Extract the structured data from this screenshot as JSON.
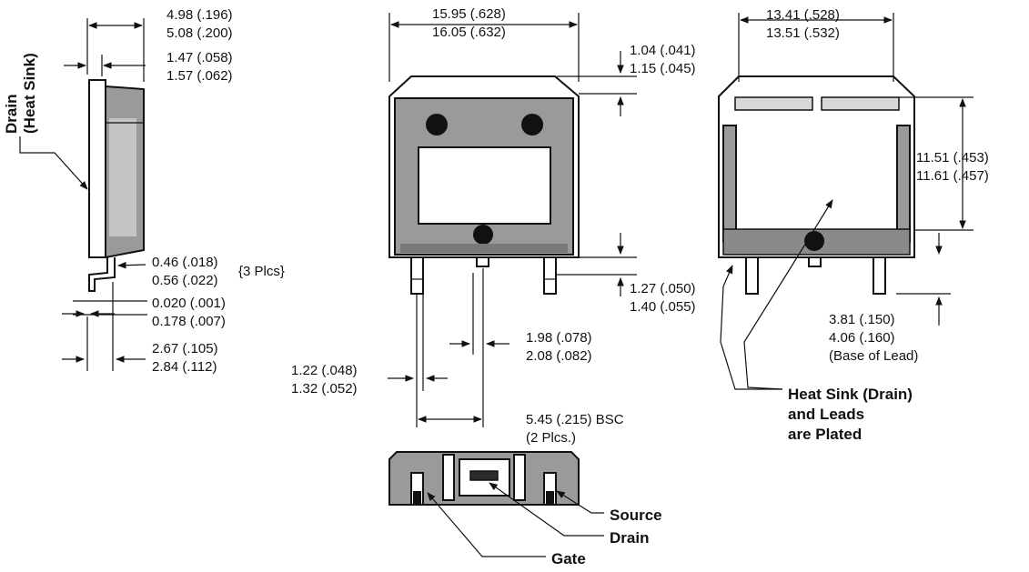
{
  "side_view": {
    "drain_label_1": "Drain",
    "drain_label_2": "(Heat Sink)",
    "dim_width_1": "4.98 (.196)",
    "dim_width_2": "5.08 (.200)",
    "dim_tab_1": "1.47 (.058)",
    "dim_tab_2": "1.57 (.062)",
    "dim_lead_1": "0.46 (.018)",
    "dim_lead_2": "0.56 (.022)",
    "dim_lead_note": "{3 Plcs}",
    "dim_standoff_1": "0.020 (.001)",
    "dim_standoff_2": "0.178 (.007)",
    "dim_total_1": "2.67 (.105)",
    "dim_total_2": "2.84 (.112)"
  },
  "front_view": {
    "dim_width_1": "15.95 (.628)",
    "dim_width_2": "16.05 (.632)",
    "dim_top_1": "1.04 (.041)",
    "dim_top_2": "1.15 (.045)",
    "dim_leadlen_1": "1.27 (.050)",
    "dim_leadlen_2": "1.40 (.055)",
    "dim_center_1": "1.98 (.078)",
    "dim_center_2": "2.08 (.082)",
    "dim_leadw_1": "1.22 (.048)",
    "dim_leadw_2": "1.32 (.052)",
    "dim_pitch_1": "5.45 (.215) BSC",
    "dim_pitch_2": "(2 Plcs.)"
  },
  "back_view": {
    "dim_width_1": "13.41 (.528)",
    "dim_width_2": "13.51 (.532)",
    "dim_height_1": "11.51 (.453)",
    "dim_height_2": "11.61 (.457)",
    "dim_base_1": "3.81 (.150)",
    "dim_base_2": "4.06 (.160)",
    "dim_base_3": "(Base of Lead)",
    "note_1": "Heat Sink (Drain)",
    "note_2": "and Leads",
    "note_3": "are Plated"
  },
  "bottom_view": {
    "label_source": "Source",
    "label_drain": "Drain",
    "label_gate": "Gate"
  }
}
